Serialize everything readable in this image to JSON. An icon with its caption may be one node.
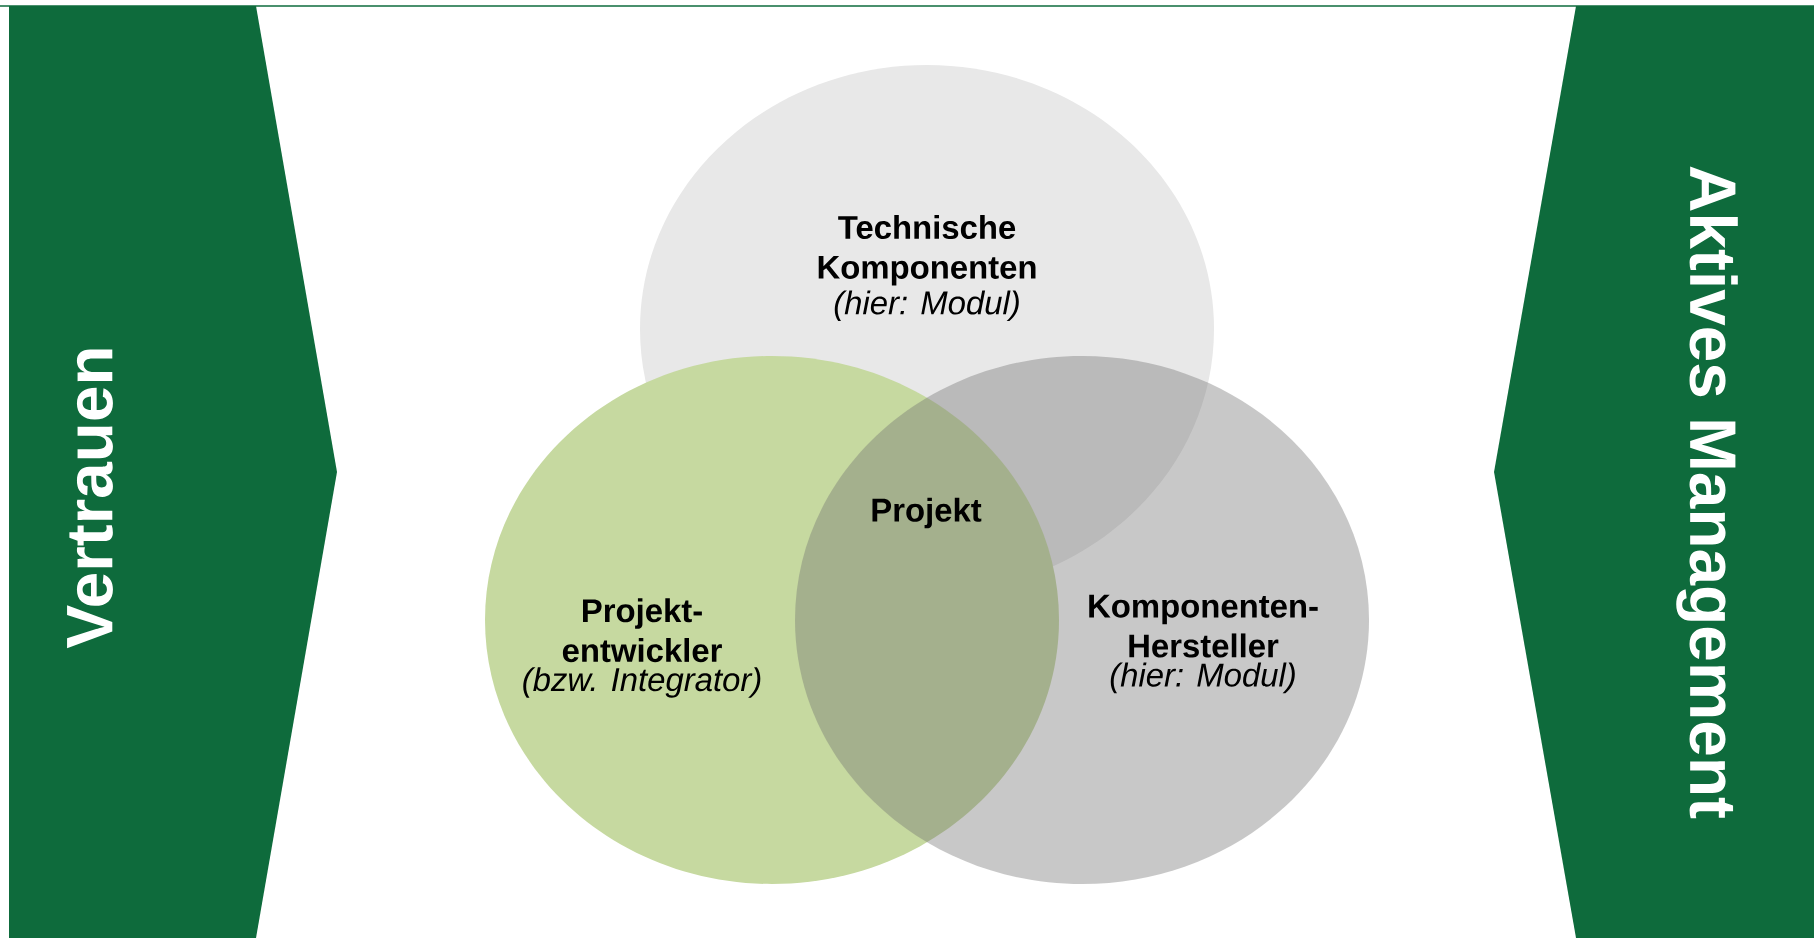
{
  "diagram": {
    "nodes": [
      {
        "text": [
          "Vertrauen"
        ]
      },
      {
        "text": [
          "Technische Komponenten",
          "(hier: Modul)"
        ]
      },
      {
        "text": [
          "Projekt- entwickler",
          "(bzw. Integrator)"
        ]
      },
      {
        "text": [
          "Komponenten- Hersteller",
          "(hier: Modul)"
        ]
      },
      {
        "text": [
          "Aktives Management"
        ]
      }
    ],
    "labels": [
      "Projekt"
    ]
  }
}
